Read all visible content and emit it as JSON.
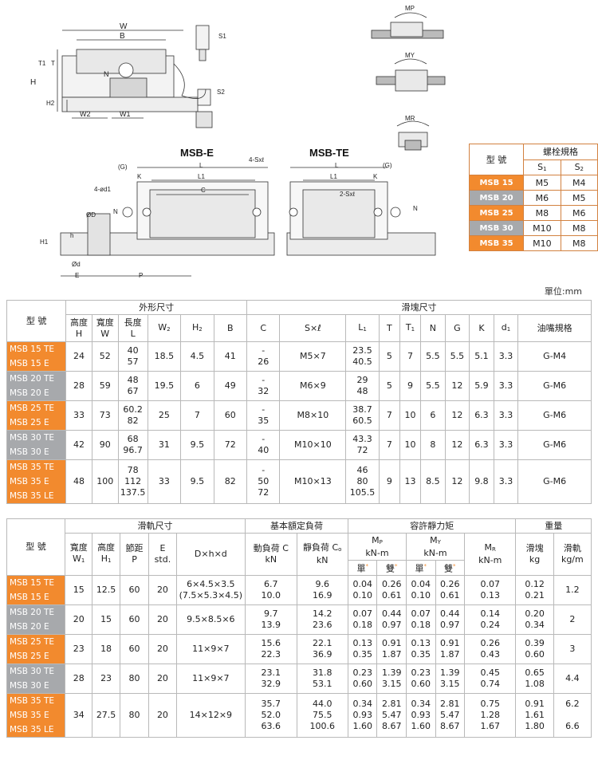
{
  "drawings": {
    "labels": {
      "W": "W",
      "B": "B",
      "T": "T",
      "T1": "T1",
      "H": "H",
      "H2": "H2",
      "W2": "W2",
      "W1": "W1",
      "S1": "S1",
      "S2": "S2",
      "N": "N",
      "MP": "MP",
      "MY": "MY",
      "MR": "MR",
      "msb_e": "MSB-E",
      "msb_te": "MSB-TE",
      "G": "(G)",
      "K": "K",
      "L": "L",
      "L1": "L1",
      "C": "C",
      "sxl_4": "4-Sxℓ",
      "sxl_2": "2-Sxℓ",
      "d1_4": "4-ød1",
      "D": "ØD",
      "h": "h",
      "H1": "H1",
      "d": "Ød",
      "E": "E",
      "P": "P"
    }
  },
  "bolt_table": {
    "title_model": "型 號",
    "title_bolt": "螺栓規格",
    "s1": "S1",
    "s2": "S2",
    "rows": [
      {
        "model": "MSB 15",
        "s1": "M5",
        "s2": "M4",
        "color": "orange"
      },
      {
        "model": "MSB 20",
        "s1": "M6",
        "s2": "M5",
        "color": "gray"
      },
      {
        "model": "MSB 25",
        "s1": "M8",
        "s2": "M6",
        "color": "orange"
      },
      {
        "model": "MSB 30",
        "s1": "M10",
        "s2": "M8",
        "color": "gray"
      },
      {
        "model": "MSB 35",
        "s1": "M10",
        "s2": "M8",
        "color": "orange"
      }
    ]
  },
  "unit": "單位:mm",
  "table1": {
    "model_header": "型 號",
    "group_outer": "外形尺寸",
    "group_block": "滑塊尺寸",
    "headers": {
      "H": "高度\nH",
      "W": "寬度\nW",
      "L": "長度\nL",
      "W2": "W2",
      "H2": "H2",
      "B": "B",
      "C": "C",
      "SxL": "S×ℓ",
      "L1": "L1",
      "T": "T",
      "T1": "T1",
      "N": "N",
      "G": "G",
      "K": "K",
      "d1": "d1",
      "grease": "油嘴規格"
    },
    "rows": [
      {
        "model": "MSB 15 TE\nMSB 15 E",
        "color": "orange",
        "H": "24",
        "W": "52",
        "L": "40\n57",
        "W2": "18.5",
        "H2": "4.5",
        "B": "41",
        "C": "-\n26",
        "SxL": "M5×7",
        "L1": "23.5\n40.5",
        "T": "5",
        "T1": "7",
        "N": "5.5",
        "G": "5.5",
        "K": "5.1",
        "d1": "3.3",
        "grease": "G-M4"
      },
      {
        "model": "MSB 20 TE\nMSB 20 E",
        "color": "gray",
        "H": "28",
        "W": "59",
        "L": "48\n67",
        "W2": "19.5",
        "H2": "6",
        "B": "49",
        "C": "-\n32",
        "SxL": "M6×9",
        "L1": "29\n48",
        "T": "5",
        "T1": "9",
        "N": "5.5",
        "G": "12",
        "K": "5.9",
        "d1": "3.3",
        "grease": "G-M6"
      },
      {
        "model": "MSB 25 TE\nMSB 25 E",
        "color": "orange",
        "H": "33",
        "W": "73",
        "L": "60.2\n82",
        "W2": "25",
        "H2": "7",
        "B": "60",
        "C": "-\n35",
        "SxL": "M8×10",
        "L1": "38.7\n60.5",
        "T": "7",
        "T1": "10",
        "N": "6",
        "G": "12",
        "K": "6.3",
        "d1": "3.3",
        "grease": "G-M6"
      },
      {
        "model": "MSB 30 TE\nMSB 30 E",
        "color": "gray",
        "H": "42",
        "W": "90",
        "L": "68\n96.7",
        "W2": "31",
        "H2": "9.5",
        "B": "72",
        "C": "-\n40",
        "SxL": "M10×10",
        "L1": "43.3\n72",
        "T": "7",
        "T1": "10",
        "N": "8",
        "G": "12",
        "K": "6.3",
        "d1": "3.3",
        "grease": "G-M6"
      },
      {
        "model": "MSB 35 TE\nMSB 35 E\nMSB 35 LE",
        "color": "orange",
        "H": "48",
        "W": "100",
        "L": "78\n112\n137.5",
        "W2": "33",
        "H2": "9.5",
        "B": "82",
        "C": "-\n50\n72",
        "SxL": "M10×13",
        "L1": "46\n80\n105.5",
        "T": "9",
        "T1": "13",
        "N": "8.5",
        "G": "12",
        "K": "9.8",
        "d1": "3.3",
        "grease": "G-M6"
      }
    ]
  },
  "table2": {
    "model_header": "型 號",
    "group_rail": "滑軌尺寸",
    "group_load": "基本額定負荷",
    "group_moment": "容許靜力矩",
    "group_weight": "重量",
    "headers": {
      "W1": "寬度\nW1",
      "H1": "高度\nH1",
      "P": "節距\nP",
      "E": "E\nstd.",
      "Dhd": "D×h×d",
      "C": "動負荷 C\nkN",
      "C0": "靜負荷 C0\nkN",
      "MP": "MP\nkN-m",
      "MY": "MY\nkN-m",
      "MR": "MR\nkN-m",
      "single": "單",
      "double": "雙",
      "block_kg": "滑塊\nkg",
      "rail_kgm": "滑軌\nkg/m"
    },
    "rows": [
      {
        "model": "MSB 15 TE\nMSB 15 E",
        "color": "orange",
        "W1": "15",
        "H1": "12.5",
        "P": "60",
        "E": "20",
        "Dhd": "6×4.5×3.5\n(7.5×5.3×4.5)",
        "C": "6.7\n10.0",
        "C0": "9.6\n16.9",
        "MP1": "0.04\n0.10",
        "MP2": "0.26\n0.61",
        "MY1": "0.04\n0.10",
        "MY2": "0.26\n0.61",
        "MR": "0.07\n0.13",
        "block": "0.12\n0.21",
        "rail": "1.2"
      },
      {
        "model": "MSB 20 TE\nMSB 20 E",
        "color": "gray",
        "W1": "20",
        "H1": "15",
        "P": "60",
        "E": "20",
        "Dhd": "9.5×8.5×6",
        "C": "9.7\n13.9",
        "C0": "14.2\n23.6",
        "MP1": "0.07\n0.18",
        "MP2": "0.44\n0.97",
        "MY1": "0.07\n0.18",
        "MY2": "0.44\n0.97",
        "MR": "0.14\n0.24",
        "block": "0.20\n0.34",
        "rail": "2"
      },
      {
        "model": "MSB 25 TE\nMSB 25 E",
        "color": "orange",
        "W1": "23",
        "H1": "18",
        "P": "60",
        "E": "20",
        "Dhd": "11×9×7",
        "C": "15.6\n22.3",
        "C0": "22.1\n36.9",
        "MP1": "0.13\n0.35",
        "MP2": "0.91\n1.87",
        "MY1": "0.13\n0.35",
        "MY2": "0.91\n1.87",
        "MR": "0.26\n0.43",
        "block": "0.39\n0.60",
        "rail": "3"
      },
      {
        "model": "MSB 30 TE\nMSB 30 E",
        "color": "gray",
        "W1": "28",
        "H1": "23",
        "P": "80",
        "E": "20",
        "Dhd": "11×9×7",
        "C": "23.1\n32.9",
        "C0": "31.8\n53.1",
        "MP1": "0.23\n0.60",
        "MP2": "1.39\n3.15",
        "MY1": "0.23\n0.60",
        "MY2": "1.39\n3.15",
        "MR": "0.45\n0.74",
        "block": "0.65\n1.08",
        "rail": "4.4"
      },
      {
        "model": "MSB 35 TE\nMSB 35 E\nMSB 35 LE",
        "color": "orange",
        "W1": "34",
        "H1": "27.5",
        "P": "80",
        "E": "20",
        "Dhd": "14×12×9",
        "C": "35.7\n52.0\n63.6",
        "C0": "44.0\n75.5\n100.6",
        "MP1": "0.34\n0.93\n1.60",
        "MP2": "2.81\n5.47\n8.67",
        "MY1": "0.34\n0.93\n1.60",
        "MY2": "2.81\n5.47\n8.67",
        "MR": "0.75\n1.28\n1.67",
        "block": "0.91\n1.61\n1.80",
        "rail": "6.2\n\n6.6"
      }
    ]
  }
}
